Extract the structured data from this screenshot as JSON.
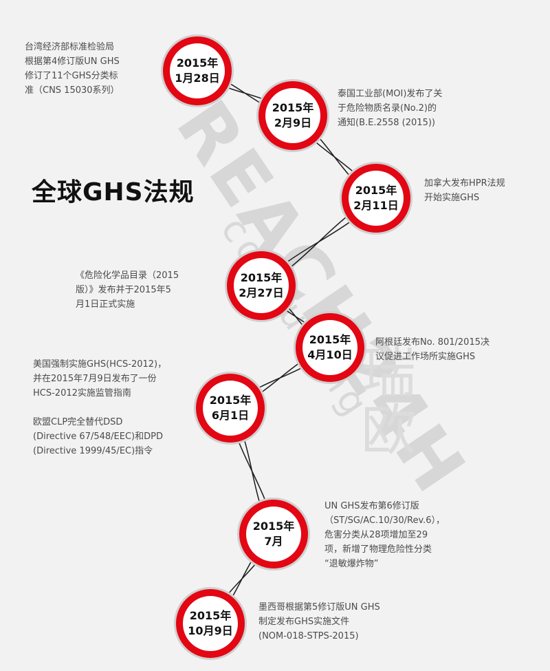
{
  "title": "全球GHS法规",
  "watermark": {
    "brand": "REACH24H",
    "sub": "consulting",
    "cn": "瑞欧"
  },
  "colors": {
    "ring": "#e30613",
    "line": "#222222",
    "text": "#4a4a4a"
  },
  "events": [
    {
      "date": "2015年",
      "day": "1月28日",
      "note": [
        "台湾经济部标准检验局",
        "根据第4修订版UN GHS",
        "修订了11个GHS分类标",
        "准（CNS 15030系列）"
      ]
    },
    {
      "date": "2015年",
      "day": "2月9日",
      "note": [
        "泰国工业部(MOI)发布了关",
        "于危险物质名录(No.2)的",
        "通知(B.E.2558 (2015))"
      ]
    },
    {
      "date": "2015年",
      "day": "2月11日",
      "note": [
        "加拿大发布HPR法规",
        "开始实施GHS"
      ]
    },
    {
      "date": "2015年",
      "day": "2月27日",
      "note": [
        "《危险化学品目录（2015",
        "版）》发布并于2015年5",
        "月1日正式实施"
      ]
    },
    {
      "date": "2015年",
      "day": "4月10日",
      "note": [
        "阿根廷发布No. 801/2015决",
        "议促进工作场所实施GHS"
      ]
    },
    {
      "date": "2015年",
      "day": "6月1日",
      "note": [
        "美国强制实施GHS(HCS-2012)，",
        "并在2015年7月9日发布了一份",
        "HCS-2012实施监管指南"
      ],
      "note2": [
        "欧盟CLP完全替代DSD",
        "(Directive 67/548/EEC)和DPD",
        "(Directive 1999/45/EC)指令"
      ]
    },
    {
      "date": "2015年",
      "day": "7月",
      "note": [
        "UN GHS发布第6修订版",
        "（ST/SG/AC.10/30/Rev.6），",
        "危害分类从28项增加至29",
        "项，新增了物理危险性分类",
        "“退敏爆炸物”"
      ]
    },
    {
      "date": "2015年",
      "day": "10月9日",
      "note": [
        "墨西哥根据第5修订版UN GHS",
        "制定发布GHS实施文件",
        "(NOM-018-STPS-2015)"
      ]
    }
  ]
}
